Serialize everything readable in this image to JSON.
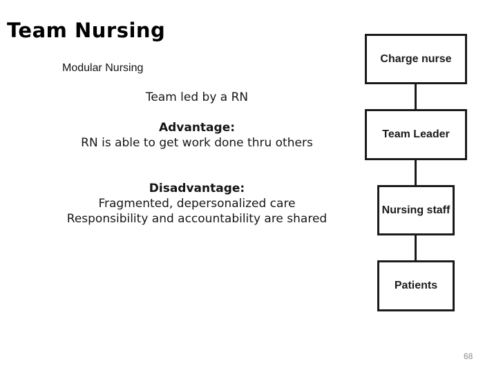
{
  "slide": {
    "title": "Team Nursing",
    "subtitle": "Modular Nursing",
    "lead": "Team led by a RN",
    "advantage": {
      "label": "Advantage:",
      "text": "RN is able to get work done thru others"
    },
    "disadvantage": {
      "label": "Disadvantage:",
      "line1": "Fragmented, depersonalized care",
      "line2": "Responsibility and accountability are shared"
    },
    "page_number": "68"
  },
  "org_chart": {
    "type": "flowchart",
    "direction": "top-down",
    "nodes": [
      {
        "label": "Charge nurse"
      },
      {
        "label": "Team Leader"
      },
      {
        "label": "Nursing staff"
      },
      {
        "label": "Patients"
      }
    ],
    "connections": [
      "Charge nurse -> Team Leader",
      "Team Leader -> Nursing staff",
      "Nursing staff -> Patients"
    ]
  },
  "colors": {
    "background": "#ffffff",
    "title_text": "#000000",
    "body_text": "#151515",
    "box_border": "#1a1a1a",
    "box_fill": "#ffffff",
    "page_number": "#8a8a8a"
  }
}
